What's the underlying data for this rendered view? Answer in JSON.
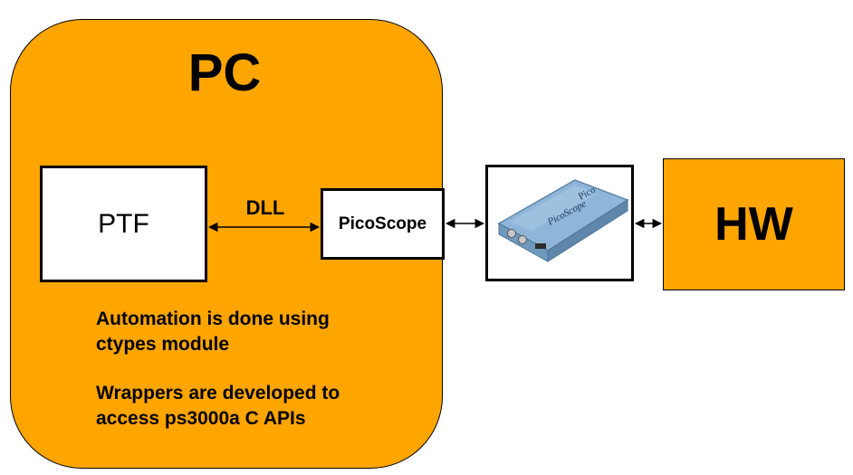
{
  "pc": {
    "title": "PC"
  },
  "ptf": {
    "label": "PTF"
  },
  "dll": {
    "label": "DLL"
  },
  "picoscope": {
    "label": "PicoScope"
  },
  "device": {
    "brand_text": "Pico",
    "model_text": "PicoScope"
  },
  "hw": {
    "label": "HW"
  },
  "notes": {
    "automation_line1": "Automation is done using",
    "automation_line2": "ctypes module",
    "wrappers_line1": "Wrappers are developed to",
    "wrappers_line2": "access ps3000a C APIs"
  },
  "colors": {
    "orange": "#FFA500",
    "device_body": "#8FB6D9",
    "black": "#000000",
    "white": "#FFFFFF"
  }
}
